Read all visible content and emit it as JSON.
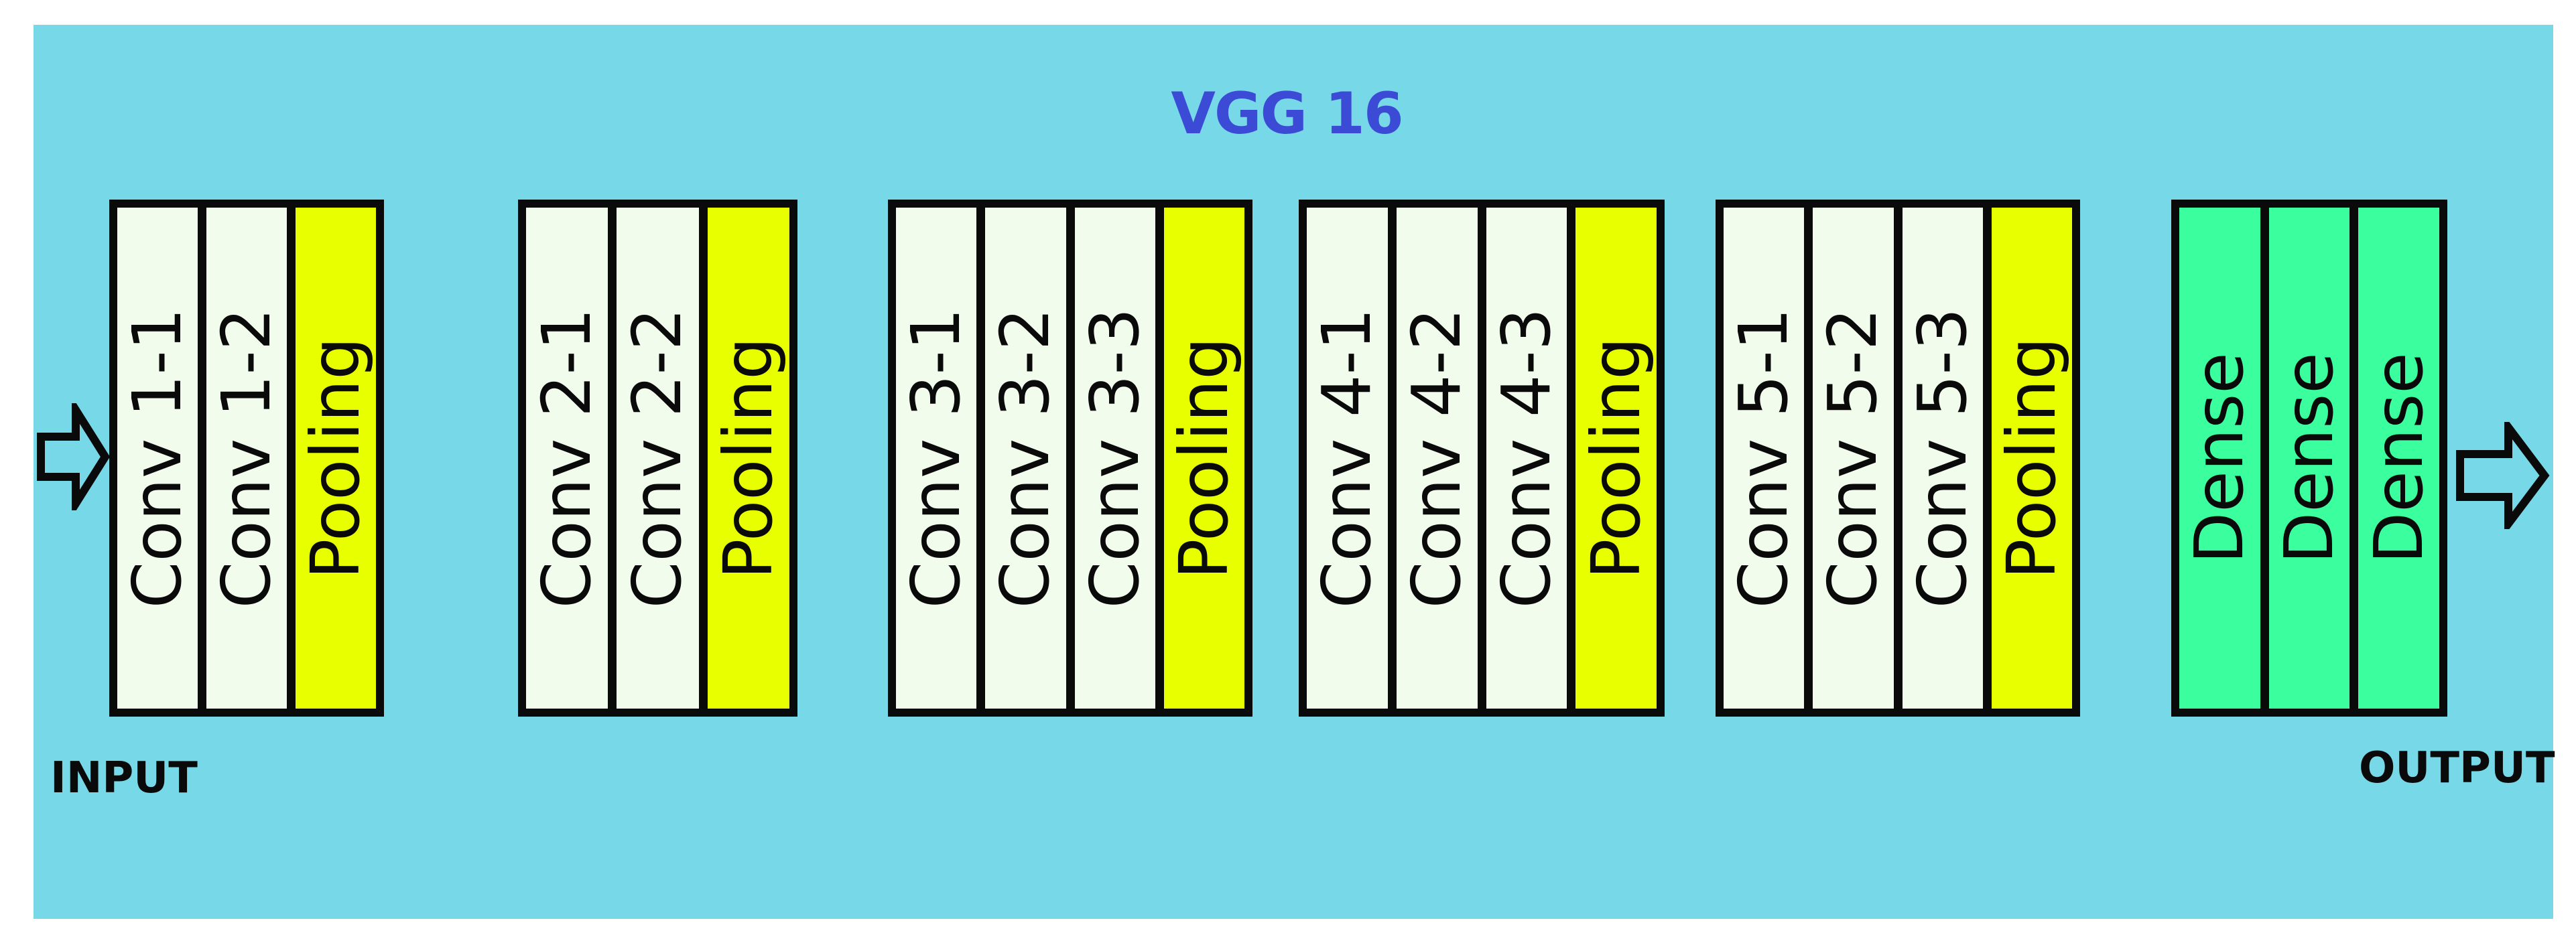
{
  "title": "VGG 16",
  "input_label": "INPUT",
  "output_label": "OUTPUT",
  "colors": {
    "background": "#77d9e8",
    "title": "#3b4bd6",
    "conv": "#f2fcec",
    "pooling": "#e8ff00",
    "dense": "#3bff9e",
    "border": "#0a0a0a"
  },
  "icons": {
    "input_arrow": "arrow-right-icon",
    "output_arrow": "arrow-right-icon"
  },
  "blocks": [
    {
      "layers": [
        {
          "label": "Conv 1-1",
          "kind": "conv"
        },
        {
          "label": "Conv 1-2",
          "kind": "conv"
        },
        {
          "label": "Pooling",
          "kind": "pooling"
        }
      ]
    },
    {
      "layers": [
        {
          "label": "Conv 2-1",
          "kind": "conv"
        },
        {
          "label": "Conv 2-2",
          "kind": "conv"
        },
        {
          "label": "Pooling",
          "kind": "pooling"
        }
      ]
    },
    {
      "layers": [
        {
          "label": "Conv 3-1",
          "kind": "conv"
        },
        {
          "label": "Conv 3-2",
          "kind": "conv"
        },
        {
          "label": "Conv 3-3",
          "kind": "conv"
        },
        {
          "label": "Pooling",
          "kind": "pooling"
        }
      ]
    },
    {
      "layers": [
        {
          "label": "Conv 4-1",
          "kind": "conv"
        },
        {
          "label": "Conv 4-2",
          "kind": "conv"
        },
        {
          "label": "Conv 4-3",
          "kind": "conv"
        },
        {
          "label": "Pooling",
          "kind": "pooling"
        }
      ]
    },
    {
      "layers": [
        {
          "label": "Conv 5-1",
          "kind": "conv"
        },
        {
          "label": "Conv 5-2",
          "kind": "conv"
        },
        {
          "label": "Conv 5-3",
          "kind": "conv"
        },
        {
          "label": "Pooling",
          "kind": "pooling"
        }
      ]
    },
    {
      "layers": [
        {
          "label": "Dense",
          "kind": "dense"
        },
        {
          "label": "Dense",
          "kind": "dense"
        },
        {
          "label": "Dense",
          "kind": "dense"
        }
      ]
    }
  ]
}
